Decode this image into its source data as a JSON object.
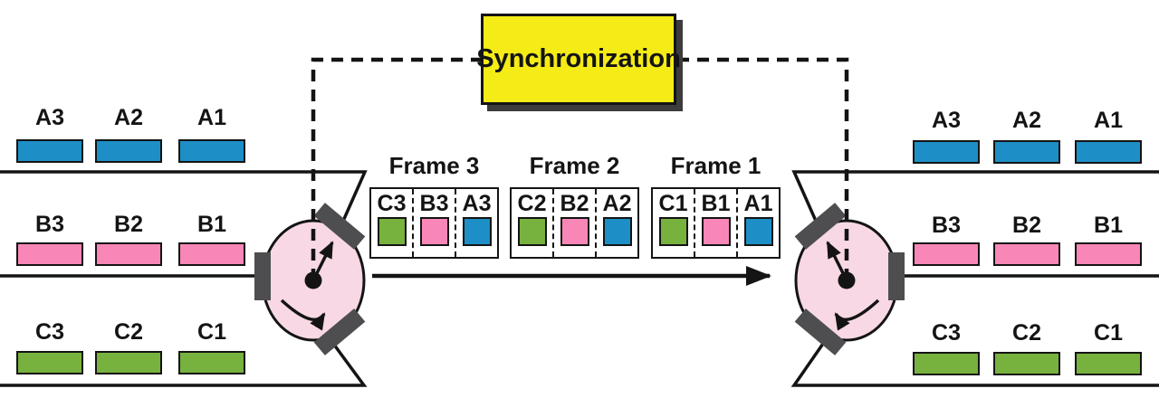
{
  "sync": {
    "label": "Synchronization"
  },
  "colors": {
    "channel_a": "#1d8fc6",
    "channel_b": "#f887b8",
    "channel_c": "#77b13e",
    "sync_bg": "#f5eb16",
    "mux_fill": "#f8d8e4",
    "port_gray": "#4e4e50",
    "ink": "#141414"
  },
  "left": {
    "channels": [
      {
        "channel": "a",
        "blocks": [
          "A3",
          "A2",
          "A1"
        ]
      },
      {
        "channel": "b",
        "blocks": [
          "B3",
          "B2",
          "B1"
        ]
      },
      {
        "channel": "c",
        "blocks": [
          "C3",
          "C2",
          "C1"
        ]
      }
    ]
  },
  "right": {
    "channels": [
      {
        "channel": "a",
        "blocks": [
          "A3",
          "A2",
          "A1"
        ]
      },
      {
        "channel": "b",
        "blocks": [
          "B3",
          "B2",
          "B1"
        ]
      },
      {
        "channel": "c",
        "blocks": [
          "C3",
          "C2",
          "C1"
        ]
      }
    ]
  },
  "frames": [
    {
      "label": "Frame 3",
      "slots": [
        {
          "label": "C3",
          "channel": "c"
        },
        {
          "label": "B3",
          "channel": "b"
        },
        {
          "label": "A3",
          "channel": "a"
        }
      ]
    },
    {
      "label": "Frame 2",
      "slots": [
        {
          "label": "C2",
          "channel": "c"
        },
        {
          "label": "B2",
          "channel": "b"
        },
        {
          "label": "A2",
          "channel": "a"
        }
      ]
    },
    {
      "label": "Frame 1",
      "slots": [
        {
          "label": "C1",
          "channel": "c"
        },
        {
          "label": "B1",
          "channel": "b"
        },
        {
          "label": "A1",
          "channel": "a"
        }
      ]
    }
  ]
}
